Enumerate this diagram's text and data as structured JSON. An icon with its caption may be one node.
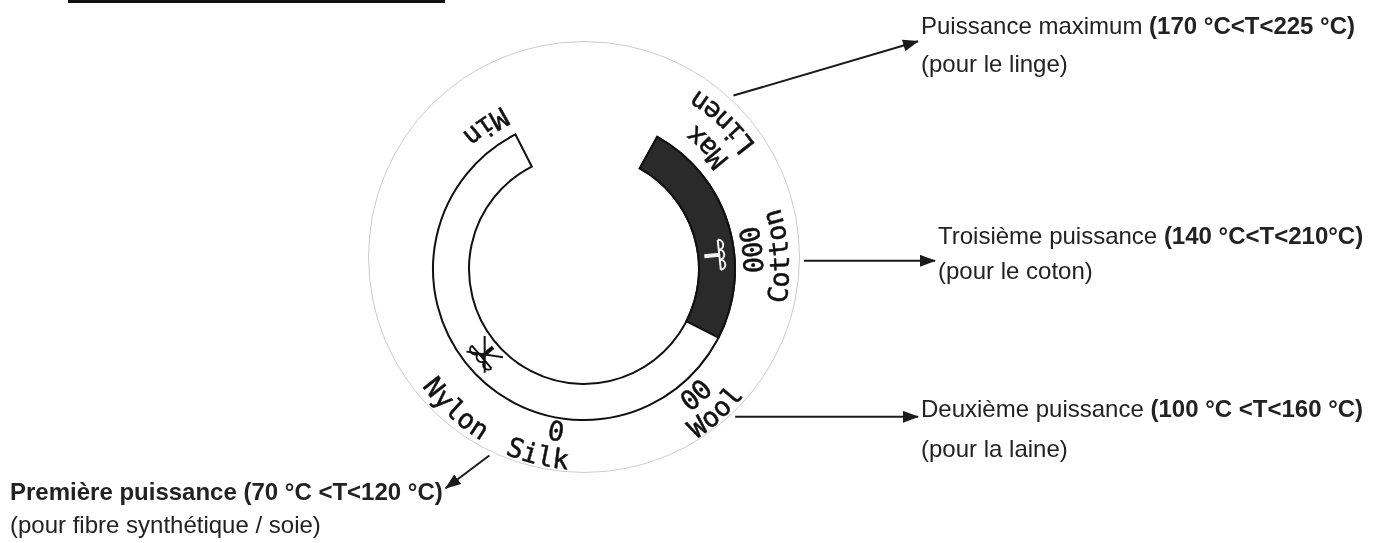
{
  "diagram": {
    "nodes": [
      {
        "text": [
          "Min",
          "Max Linen",
          "000",
          "Cotton",
          "00 Wool",
          "0 Silk",
          "Nylon"
        ]
      },
      {
        "text": [
          "Puissance maximum **(170 °C<T<225 °C)**",
          "(pour le linge)"
        ]
      },
      {
        "text": [
          "Troisième puissance **(140 °C<T<210°C)**",
          "(pour le coton)"
        ]
      },
      {
        "text": [
          "Deuxième puissance **(100 °C <T<160 °C)**",
          "(pour la laine)"
        ]
      },
      {
        "text": [
          "Première puissance (70 °C <T<120 °C)",
          "(pour fibre synthétique / soie)"
        ]
      }
    ],
    "edges": [
      {
        "from": 0,
        "to": 1,
        "arrow": "to"
      },
      {
        "from": 0,
        "to": 2,
        "arrow": "to"
      },
      {
        "from": 0,
        "to": 3,
        "arrow": "to"
      },
      {
        "from": 0,
        "to": 4,
        "arrow": "to"
      }
    ]
  }
}
